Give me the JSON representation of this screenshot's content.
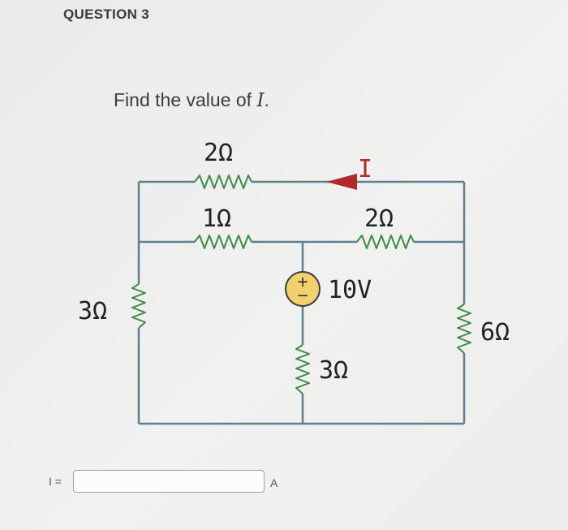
{
  "question": {
    "title": "QUESTION 3",
    "prompt_text": "Find the value of ",
    "prompt_var": "I",
    "prompt_end": "."
  },
  "circuit": {
    "top_resistor": "2Ω",
    "middle_left_resistor": "1Ω",
    "middle_right_resistor": "2Ω",
    "left_resistor": "3Ω",
    "center_resistor": "3Ω",
    "right_resistor": "6Ω",
    "source_label": "10V",
    "source_plus": "+",
    "source_minus": "−",
    "current_label": "I",
    "colors": {
      "wire": "#5f7f8f",
      "resistor": "#3f8a4a",
      "source_fill": "#f2d06e",
      "arrow": "#b02a2a"
    }
  },
  "answer": {
    "label": "I =",
    "value": "",
    "unit": "A"
  }
}
